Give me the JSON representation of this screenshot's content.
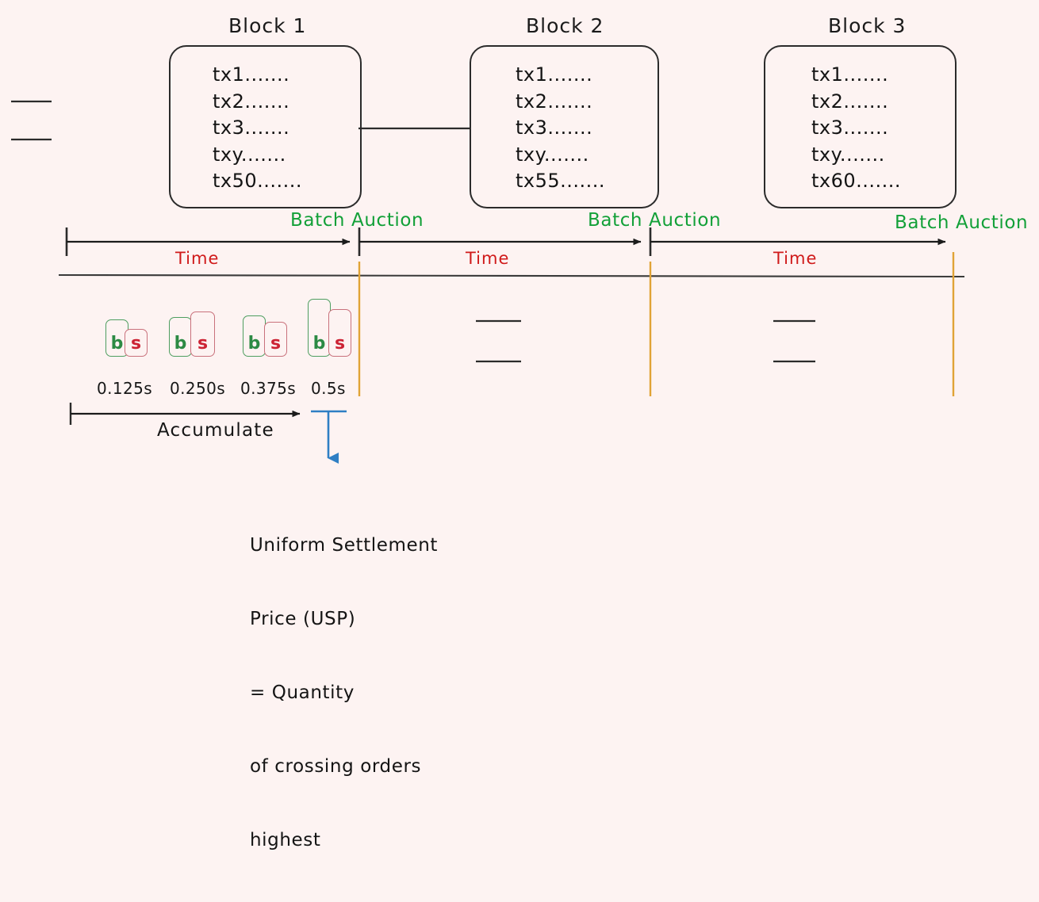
{
  "meta": {
    "title": "Batch Auction Block Timeline Diagram",
    "background_color": "#fdf3f2"
  },
  "colors": {
    "ink": "#1a1a1a",
    "batch_auction_green": "#12a038",
    "time_red": "#d01a1a",
    "bid_green": "#2c8a44",
    "sell_red": "#cc2233",
    "boundary_orange": "#e0a336",
    "usp_arrow_blue": "#2f7fc4"
  },
  "blocks": [
    {
      "title": "Block 1",
      "transactions": [
        "tx1.......",
        "tx2.......",
        "tx3.......",
        "txy.......",
        "tx50......."
      ]
    },
    {
      "title": "Block 2",
      "transactions": [
        "tx1.......",
        "tx2.......",
        "tx3.......",
        "txy.......",
        "tx55......."
      ]
    },
    {
      "title": "Block 3",
      "transactions": [
        "tx1.......",
        "tx2.......",
        "tx3.......",
        "txy.......",
        "tx60......."
      ]
    }
  ],
  "timeline": {
    "batch_auction_labels": [
      "Batch Auction",
      "Batch Auction",
      "Batch Auction"
    ],
    "time_labels": [
      "Time",
      "Time",
      "Time"
    ]
  },
  "orders": {
    "pairs": [
      {
        "time_label": "0.125s",
        "buy": "b",
        "sell": "s",
        "buy_height": 47,
        "sell_height": 35
      },
      {
        "time_label": "0.250s",
        "buy": "b",
        "sell": "s",
        "buy_height": 50,
        "sell_height": 57
      },
      {
        "time_label": "0.375s",
        "buy": "b",
        "sell": "s",
        "buy_height": 52,
        "sell_height": 44
      },
      {
        "time_label": "0.5s",
        "buy": "b",
        "sell": "s",
        "buy_height": 73,
        "sell_height": 60
      }
    ],
    "accumulate_label": "Accumulate"
  },
  "usp": {
    "lines": [
      "Uniform Settlement",
      "Price (USP)",
      "= Quantity",
      "of crossing orders",
      "highest"
    ]
  }
}
